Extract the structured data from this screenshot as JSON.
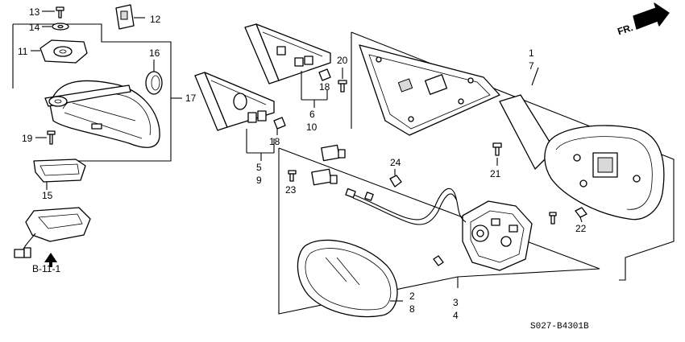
{
  "diagram": {
    "orientation": "FR.",
    "reference": "B-11-1",
    "part_code": "S027-B4301B"
  },
  "callouts": {
    "c1": "1",
    "c7": "7",
    "c2": "2",
    "c8": "8",
    "c3": "3",
    "c4": "4",
    "c5": "5",
    "c9": "9",
    "c6": "6",
    "c10": "10",
    "c11": "11",
    "c12": "12",
    "c13": "13",
    "c14": "14",
    "c15": "15",
    "c16": "16",
    "c17": "17",
    "c18a": "18",
    "c18b": "18",
    "c19": "19",
    "c20": "20",
    "c21": "21",
    "c22": "22",
    "c23": "23",
    "c24": "24"
  }
}
